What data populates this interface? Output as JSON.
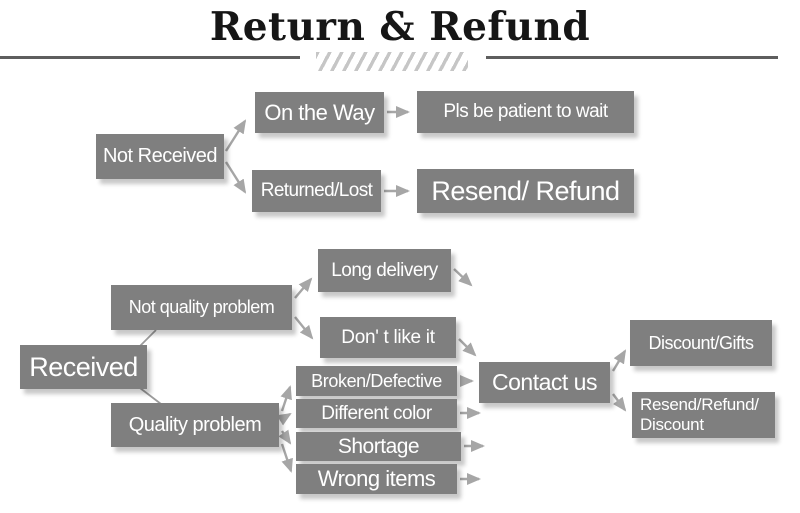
{
  "title": "Return & Refund",
  "colors": {
    "box_fill": "#7f7f7f",
    "box_text": "#ffffff",
    "arrow": "#a6a6a6",
    "title_text": "#161616",
    "header_rule": "#5e5e5e",
    "hatch": "#c6c6c6",
    "background": "#ffffff"
  },
  "nodes": {
    "not_received": {
      "label": "Not Received"
    },
    "on_the_way": {
      "label": "On the Way"
    },
    "pls_wait": {
      "label": "Pls be patient to wait"
    },
    "returned_lost": {
      "label": "Returned/Lost"
    },
    "resend_refund": {
      "label": "Resend/ Refund"
    },
    "received": {
      "label": "Received"
    },
    "not_quality_problem": {
      "label": "Not quality problem"
    },
    "long_delivery": {
      "label": "Long delivery"
    },
    "dont_like_it": {
      "label": "Don' t like it"
    },
    "quality_problem": {
      "label": "Quality problem"
    },
    "broken_defective": {
      "label": "Broken/Defective"
    },
    "different_color": {
      "label": "Different color"
    },
    "shortage": {
      "label": "Shortage"
    },
    "wrong_items": {
      "label": "Wrong items"
    },
    "contact_us": {
      "label": "Contact us"
    },
    "discount_gifts": {
      "label": "Discount/Gifts"
    },
    "resend_refund_discount": {
      "label": "Resend/Refund/ Discount"
    }
  },
  "edges": [
    {
      "from": "not_received",
      "to": "on_the_way"
    },
    {
      "from": "not_received",
      "to": "returned_lost"
    },
    {
      "from": "on_the_way",
      "to": "pls_wait"
    },
    {
      "from": "returned_lost",
      "to": "resend_refund"
    },
    {
      "from": "received",
      "to": "not_quality_problem"
    },
    {
      "from": "received",
      "to": "quality_problem"
    },
    {
      "from": "not_quality_problem",
      "to": "long_delivery"
    },
    {
      "from": "not_quality_problem",
      "to": "dont_like_it"
    },
    {
      "from": "long_delivery",
      "to": "contact_us"
    },
    {
      "from": "dont_like_it",
      "to": "contact_us"
    },
    {
      "from": "quality_problem",
      "to": "broken_defective"
    },
    {
      "from": "quality_problem",
      "to": "different_color"
    },
    {
      "from": "quality_problem",
      "to": "shortage"
    },
    {
      "from": "quality_problem",
      "to": "wrong_items"
    },
    {
      "from": "broken_defective",
      "to": "contact_us"
    },
    {
      "from": "different_color",
      "to": "contact_us"
    },
    {
      "from": "shortage",
      "to": "contact_us"
    },
    {
      "from": "wrong_items",
      "to": "contact_us"
    },
    {
      "from": "contact_us",
      "to": "discount_gifts"
    },
    {
      "from": "contact_us",
      "to": "resend_refund_discount"
    }
  ]
}
